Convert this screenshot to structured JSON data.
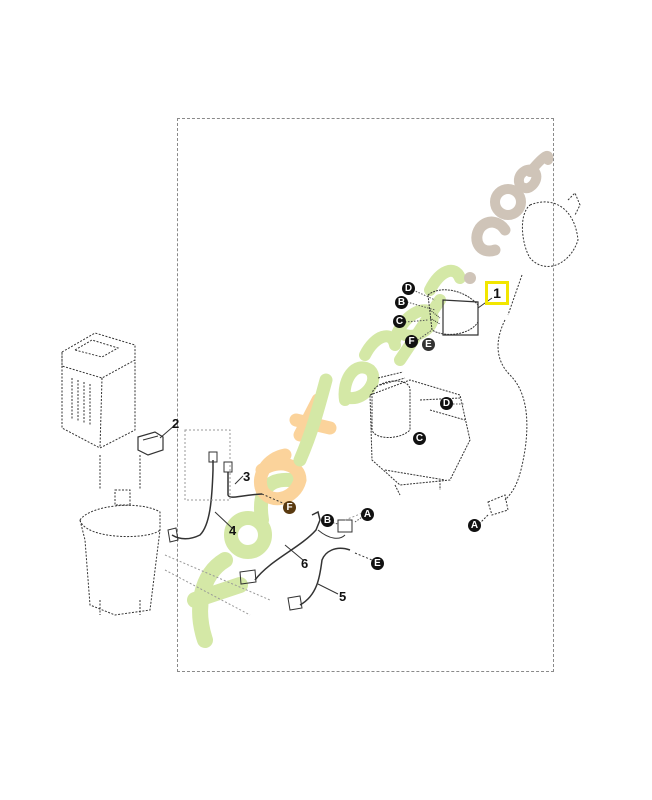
{
  "diagram": {
    "type": "exploded-parts-diagram",
    "subject": "battery-powered tool electrical components",
    "highlighted_part": "1",
    "highlight_color": "#f2e600",
    "parts": [
      {
        "id": "1",
        "label": "1",
        "desc": "electronic module / switch unit"
      },
      {
        "id": "2",
        "label": "2",
        "desc": "battery latch"
      },
      {
        "id": "3",
        "label": "3",
        "desc": "cable"
      },
      {
        "id": "4",
        "label": "4",
        "desc": "cable"
      },
      {
        "id": "5",
        "label": "5",
        "desc": "cable"
      },
      {
        "id": "6",
        "label": "6",
        "desc": "cable harness"
      }
    ],
    "connection_callouts": [
      "A",
      "B",
      "C",
      "D",
      "E",
      "F"
    ],
    "callouts": {
      "A1": "A",
      "A2": "A",
      "B1": "B",
      "B2": "B",
      "C1": "C",
      "C2": "C",
      "D1": "D",
      "D2": "D",
      "E1": "E",
      "E2": "E",
      "F1": "F",
      "F2": "F"
    }
  },
  "watermark": {
    "text": "foretjardin.com",
    "part1": "for",
    "part2": "e",
    "part3": "t",
    "part4": "'jardin",
    "part5": ".com",
    "colors": {
      "green": "#d4e8a6",
      "orange": "#fbd39b",
      "taupe": "#cfc4b8"
    }
  },
  "colors": {
    "line": "#333333",
    "frame": "#8a8a8a",
    "callout_bg": "#111111",
    "callout_fg": "#ffffff"
  }
}
